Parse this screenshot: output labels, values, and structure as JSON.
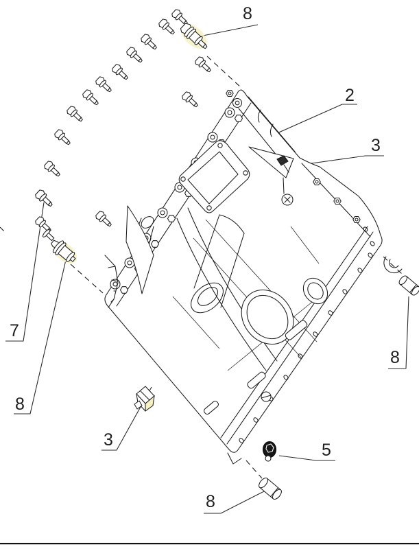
{
  "figure": {
    "kind": "exploded-parts-diagram",
    "subject": "gearbox-housing-with-fastener-set",
    "background_color": "#ffffff",
    "line_color": "#1c1c1c",
    "highlight_color": "#f6f1c3",
    "callouts": [
      {
        "id": "callout-8-top",
        "label": "8",
        "position": "top"
      },
      {
        "id": "callout-2-upper-right",
        "label": "2",
        "position": "upper-right"
      },
      {
        "id": "callout-3-right",
        "label": "3",
        "position": "right"
      },
      {
        "id": "callout-7-left",
        "label": "7",
        "position": "left"
      },
      {
        "id": "callout-8-left",
        "label": "8",
        "position": "lower-left"
      },
      {
        "id": "callout-3-bottom-left",
        "label": "3",
        "position": "bottom-left"
      },
      {
        "id": "callout-5-bottom",
        "label": "5",
        "position": "bottom-right-of-center"
      },
      {
        "id": "callout-8-bottom",
        "label": "8",
        "position": "bottom"
      },
      {
        "id": "callout-8-lower-right",
        "label": "8",
        "position": "lower-right"
      }
    ]
  }
}
